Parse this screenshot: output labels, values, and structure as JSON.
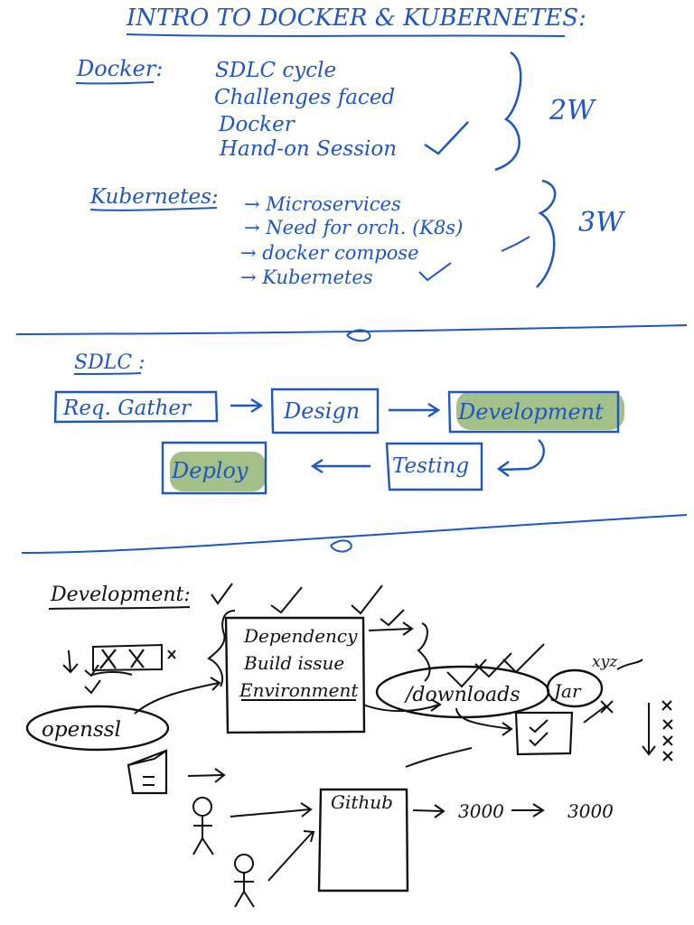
{
  "title": "INTRO TO DOCKER & KUBERNETES:",
  "docker": {
    "heading": "Docker:",
    "items": [
      "SDLC cycle",
      "Challenges faced",
      "Docker",
      "Hand-on Session"
    ],
    "duration": "2W"
  },
  "kubernetes": {
    "heading": "Kubernetes:",
    "items": [
      "→ Microservices",
      "→ Need for orch. (K8s)",
      "→ docker compose",
      "→ Kubernetes"
    ],
    "duration": "3W"
  },
  "sdlc": {
    "heading": "SDLC :",
    "steps": [
      "Req. Gather",
      "Design",
      "Development",
      "Testing",
      "Deploy"
    ]
  },
  "development": {
    "heading": "Development:",
    "box_items": [
      "Dependency",
      "Build issue",
      "Environment"
    ],
    "openssl": "openssl",
    "downloads": "/downloads",
    "jar": "Jar",
    "xyz": "xyz",
    "github": "Github",
    "port_a": "3000",
    "port_b": "3000"
  },
  "colors": {
    "ink_blue": "#1f56c2",
    "ink_black": "#111111",
    "highlight_green": "#7fa85a"
  }
}
